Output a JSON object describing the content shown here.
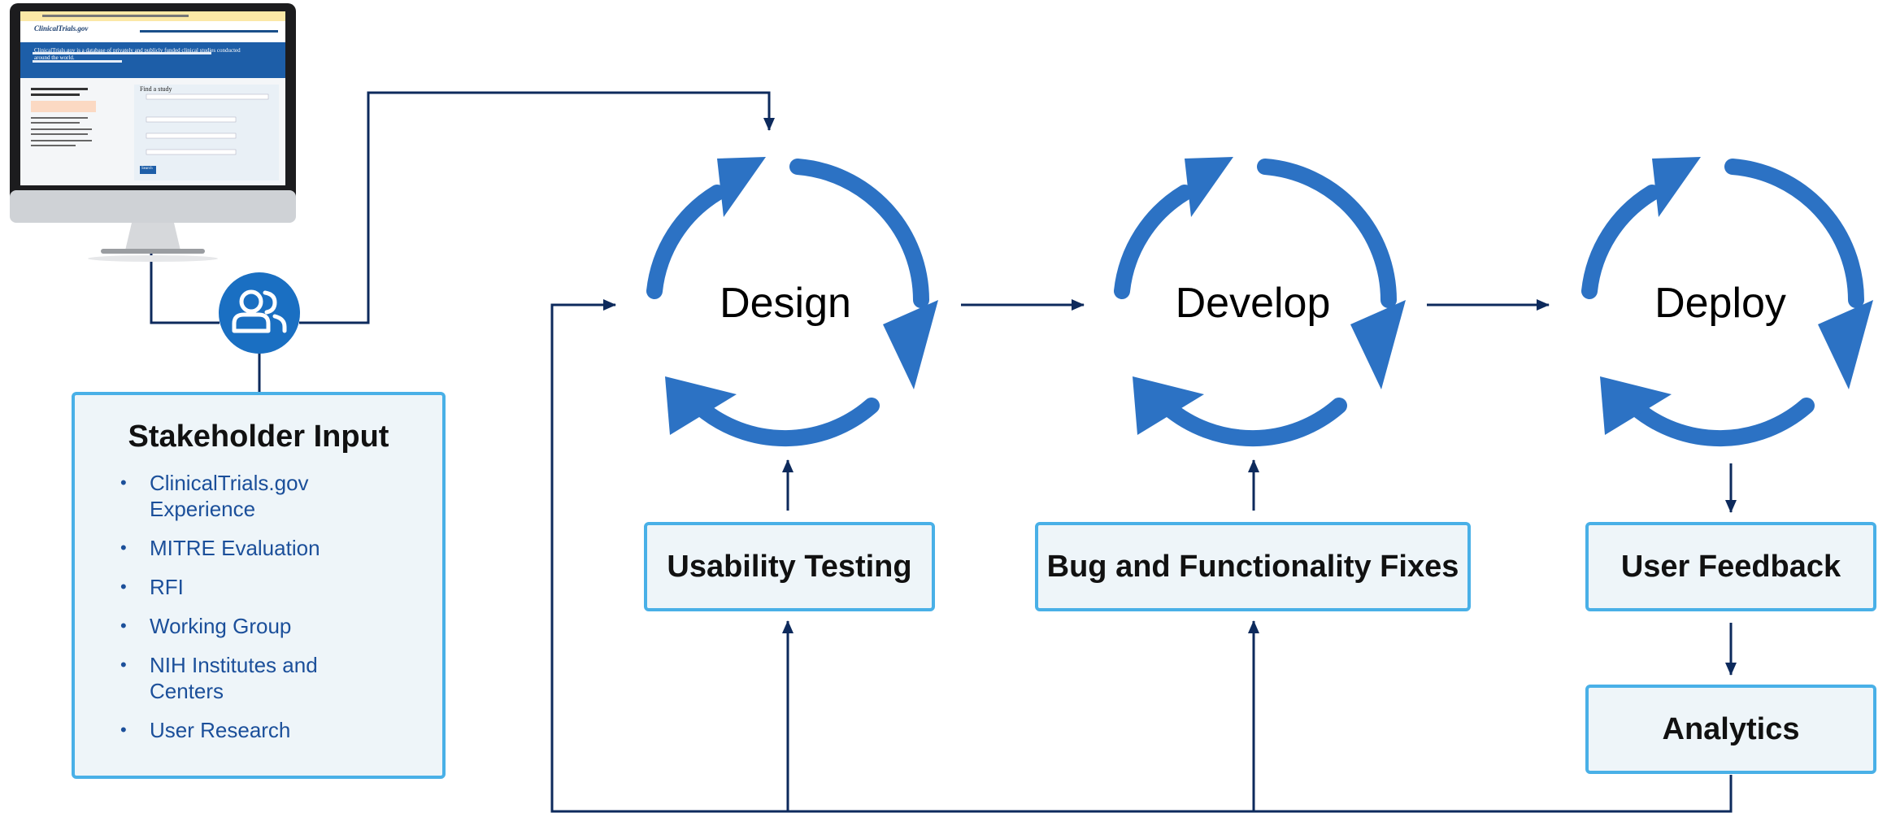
{
  "cycles": [
    {
      "label": "Design"
    },
    {
      "label": "Develop"
    },
    {
      "label": "Deploy"
    }
  ],
  "boxes": {
    "usability_testing": "Usability Testing",
    "bug_fixes": "Bug and Functionality Fixes",
    "user_feedback": "User Feedback",
    "analytics": "Analytics"
  },
  "stakeholder": {
    "title": "Stakeholder Input",
    "items": [
      "ClinicalTrials.gov Experience",
      "MITRE Evaluation",
      "RFI",
      "Working Group",
      "NIH Institutes and Centers",
      "User Research"
    ]
  },
  "monitor_screen": {
    "site_name": "ClinicalTrials.gov",
    "hero_text": "ClinicalTrials.gov is a database of privately and publicly funded clinical studies conducted around the world.",
    "find_study": "Find a study",
    "search_button": "Search"
  },
  "colors": {
    "cycle_blue": "#2c72c4",
    "box_border": "#49b0e7",
    "box_fill": "#eef5f9",
    "connector": "#0d2a5c",
    "list_text": "#1b4f9a",
    "badge_blue": "#1a6fc2"
  },
  "icons": {
    "people": "people-icon",
    "monitor": "monitor-icon"
  }
}
